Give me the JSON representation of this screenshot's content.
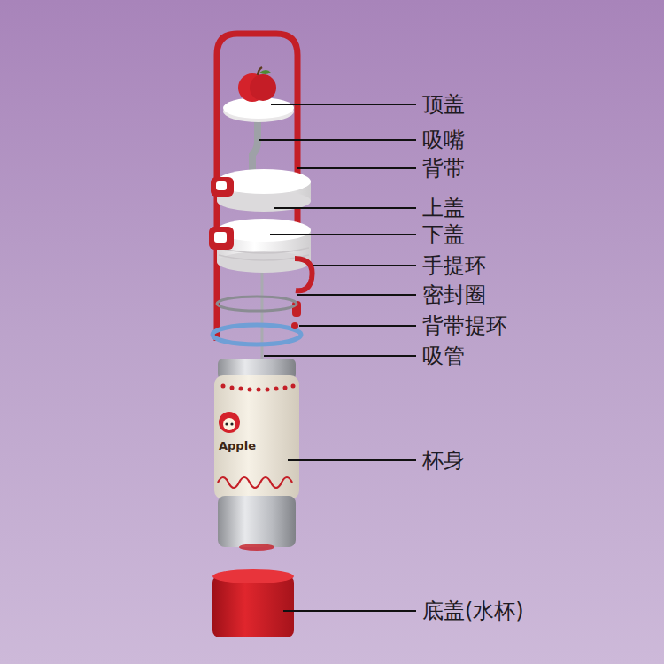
{
  "diagram": {
    "labels": [
      "顶盖",
      "吸嘴",
      "背带",
      "上盖",
      "下盖",
      "手提环",
      "密封圈",
      "背带提环",
      "吸管",
      "杯身",
      "底盖(水杯)",
      "Apple"
    ]
  }
}
